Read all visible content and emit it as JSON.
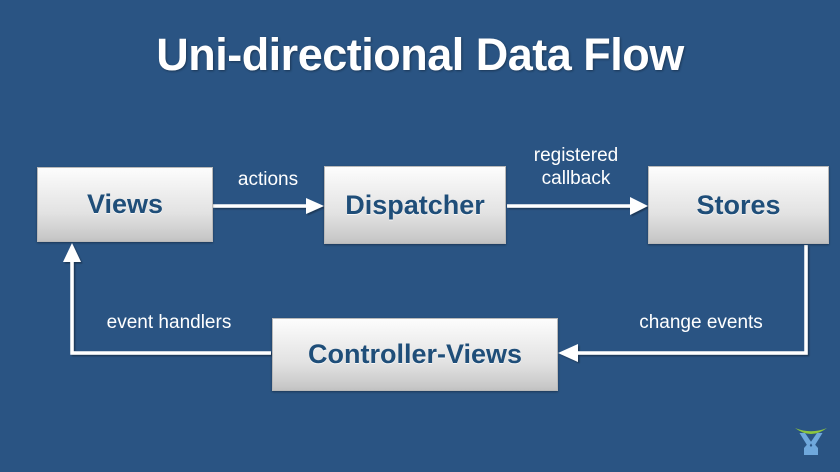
{
  "slide": {
    "title": "Uni-directional Data Flow",
    "background_color": "#2a5483",
    "node_text_color": "#1f4e79",
    "connector_color": "#ffffff",
    "logo_arc_color": "#8dc63f",
    "logo_mark_color": "#6fa8dc"
  },
  "nodes": [
    {
      "id": "views",
      "label": "Views"
    },
    {
      "id": "dispatcher",
      "label": "Dispatcher"
    },
    {
      "id": "stores",
      "label": "Stores"
    },
    {
      "id": "controller",
      "label": "Controller-Views"
    }
  ],
  "connectors": [
    {
      "id": "actions",
      "label": "actions",
      "from": "views",
      "to": "dispatcher"
    },
    {
      "id": "registered",
      "label": "registered\ncallback",
      "from": "dispatcher",
      "to": "stores"
    },
    {
      "id": "change",
      "label": "change events",
      "from": "stores",
      "to": "controller"
    },
    {
      "id": "event",
      "label": "event handlers",
      "from": "controller",
      "to": "views"
    }
  ],
  "logo": {
    "name": "company-logo"
  },
  "diagram_data": {
    "type": "flow",
    "direction": "uni-directional cycle",
    "sequence": [
      "Views",
      "Dispatcher",
      "Stores",
      "Controller-Views",
      "Views"
    ],
    "edge_labels": [
      "actions",
      "registered callback",
      "change events",
      "event handlers"
    ]
  }
}
